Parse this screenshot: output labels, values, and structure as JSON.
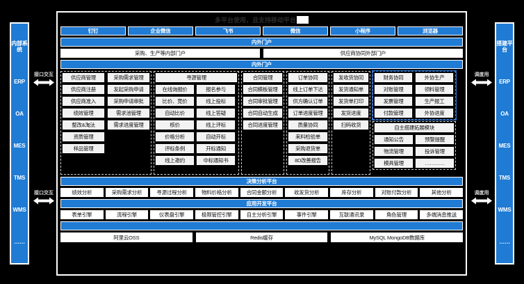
{
  "diagram": {
    "title": "多平台使用，且支持移动平台",
    "title_cursor": true,
    "accent_color": "#1f7bd4",
    "background_color": "#000000"
  },
  "left_rail": {
    "name": "内部系统",
    "items": [
      "内部系统",
      "ERP",
      "OA",
      "MES",
      "TMS",
      "WMS",
      "……"
    ]
  },
  "right_rail": {
    "name": "搭建平台",
    "items": [
      "搭建平台",
      "ERP",
      "OA",
      "MES",
      "TMS",
      "WMS",
      "……"
    ]
  },
  "connectors": {
    "left_top": "接口交互",
    "left_bottom": "接口交互",
    "right_top": "调度用",
    "right_bottom": "调度用",
    "icon": "double-arrow-icon"
  },
  "clients": {
    "items": [
      "钉钉",
      "企业微信",
      "飞书",
      "微信",
      "小程序",
      "浏览器"
    ]
  },
  "portal_top": {
    "header": "内外门户",
    "items": [
      "采购、生产等内部门户",
      "供应商协同外部门户"
    ]
  },
  "portal_main": {
    "header": "内外门户"
  },
  "matrix": {
    "groups": [
      {
        "name": "supplier-demand-group",
        "selected": false,
        "columns": [
          {
            "name": "supplier-column",
            "width_class": "w-sup",
            "cells": [
              "供应商管理",
              "供应商注册",
              "供应商准入",
              "绩效管理",
              "整改&淘汰",
              "资质管理",
              "样品管理"
            ]
          },
          {
            "name": "demand-column",
            "width_class": "w-dem",
            "cells": [
              "采购需求管理",
              "发起采购申请",
              "采购申请审批",
              "需求池管理",
              "需求进度管理",
              "",
              ""
            ]
          }
        ]
      },
      {
        "name": "sourcing-group",
        "selected": false,
        "header": "寻源管理",
        "columns": [
          {
            "name": "sourcing-column-a",
            "width_class": "w-src",
            "cells": [
              "在线询报价",
              "比价、竞价",
              "自动比价",
              "核价",
              "价格分析",
              "评标条例",
              "线上邀约"
            ]
          },
          {
            "name": "sourcing-column-b",
            "width_class": "w-src",
            "cells": [
              "报名参与",
              "线上投标",
              "线上答疑",
              "线上评标",
              "自动开标",
              "开标通知",
              "中标通知书"
            ]
          }
        ]
      },
      {
        "name": "contract-group",
        "selected": false,
        "columns": [
          {
            "name": "contract-column",
            "width_class": "w-con",
            "cells": [
              "合同管理",
              "合同模板管理",
              "合同审批管理",
              "合同自动生成",
              "合同进度管理",
              "",
              ""
            ]
          }
        ]
      },
      {
        "name": "order-group",
        "selected": false,
        "columns": [
          {
            "name": "order-column",
            "width_class": "w-ord",
            "cells": [
              "订单协同",
              "线上订单下达",
              "供方确认订单",
              "订单进度管理",
              "质量协同",
              "来料检验单",
              "采购退货单",
              "8D改善报告"
            ]
          }
        ]
      },
      {
        "name": "shipping-group",
        "selected": false,
        "columns": [
          {
            "name": "shipping-column",
            "width_class": "w-shp",
            "cells": [
              "发收货协同",
              "发货通知单",
              "发货单打印",
              "发货进度",
              "扫码收货",
              "",
              ""
            ]
          }
        ]
      },
      {
        "name": "finance-outsourcing-group",
        "selected": true,
        "columns": [
          {
            "name": "finance-column",
            "width_class": "w-fin",
            "cells": [
              "财务协同",
              "对账管理",
              "发票管理",
              "付款管理"
            ]
          },
          {
            "name": "outsourcing-column",
            "width_class": "w-out",
            "cells": [
              "外协生产",
              "领料管理",
              "生产报工",
              "外协进度"
            ]
          }
        ]
      }
    ],
    "extension": {
      "header": "自主搭建拓展模块",
      "columns": [
        {
          "name": "extension-column-a",
          "cells": [
            "通知公告",
            "物流管理",
            "模具管理"
          ]
        },
        {
          "name": "extension-column-b",
          "cells": [
            "预警提醒",
            "投诉管理",
            "…………"
          ]
        }
      ]
    }
  },
  "decision_platform": {
    "header": "决策分析平台",
    "items": [
      "绩效分析",
      "采购需求分析",
      "寻源过程分析",
      "物料价格分析",
      "合同金额分析",
      "收发货分析",
      "库存分析",
      "对账付款分析",
      "其他分析"
    ]
  },
  "dev_platform": {
    "header": "应用开发平台",
    "items": [
      "表单引擎",
      "流程引擎",
      "仪表盘引擎",
      "极限管控引擎",
      "自主分析引擎",
      "事件引擎",
      "互联通讯录",
      "角色管理",
      "多端消息推送"
    ]
  },
  "infrastructure": {
    "header": "",
    "items": [
      "阿里云OSS",
      "Redis缓存",
      "MySQL MongoDB数据库"
    ]
  }
}
